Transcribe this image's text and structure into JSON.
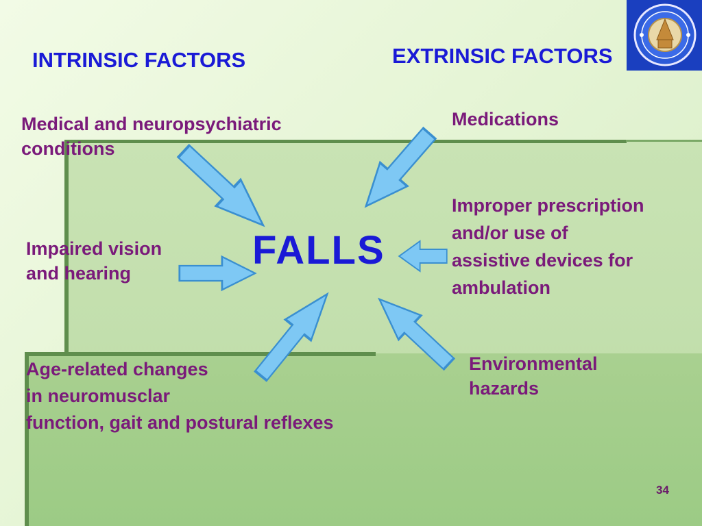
{
  "headings": {
    "intrinsic": "INTRINSIC FACTORS",
    "extrinsic": "EXTRINSIC FACTORS"
  },
  "center": "FALLS",
  "intrinsic_factors": [
    {
      "lines": [
        "Medical and neuropsychiatric",
        "conditions"
      ]
    },
    {
      "lines": [
        "Impaired vision",
        "and hearing"
      ]
    },
    {
      "lines": [
        "Age-related changes",
        "in neuromusclar",
        "function, gait and postural reflexes"
      ]
    }
  ],
  "extrinsic_factors": [
    {
      "lines": [
        "Medications"
      ]
    },
    {
      "lines": [
        "Improper prescription",
        "and/or use of",
        "assistive devices for",
        "ambulation"
      ]
    },
    {
      "lines": [
        "Environmental",
        "hazards"
      ]
    }
  ],
  "page_number": "34",
  "colors": {
    "heading": "#1a1ad6",
    "factor_text": "#7a1a7a",
    "arrow_fill": "#7ec8f4",
    "arrow_stroke": "#3a8fd0",
    "logo_bg": "#1a3fbf"
  },
  "logo": {
    "icon": "seal-emblem"
  }
}
